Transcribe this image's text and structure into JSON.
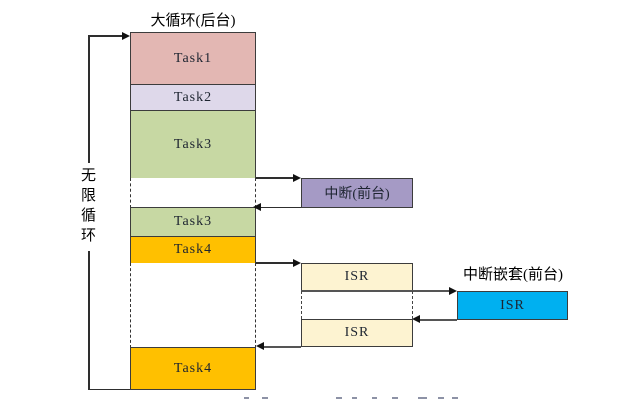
{
  "colors": {
    "task1": "#e3b7b3",
    "task2": "#ded8ea",
    "task3": "#c7d8a3",
    "task4": "#ffc000",
    "interrupt": "#a59ac5",
    "isr": "#fdf3d1",
    "isr_nested": "#00b0f0"
  },
  "diagram": {
    "title": "大循环(后台)",
    "loop_label": "无限循环",
    "tasks": {
      "t1": "Task1",
      "t2": "Task2",
      "t3": "Task3",
      "t4": "Task4"
    },
    "interrupt": {
      "label": "中断(前台)"
    },
    "isr_label": "ISR",
    "nested": {
      "title": "中断嵌套(前台)",
      "isr_label": "ISR"
    }
  }
}
